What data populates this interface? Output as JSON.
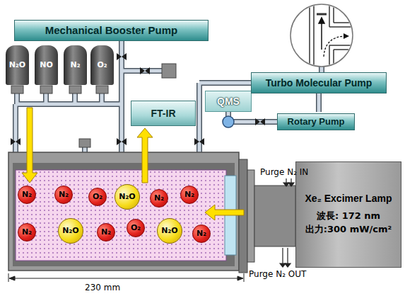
{
  "diagram": {
    "nodes": [
      {
        "text": [
          "Mechanical Booster Pump"
        ]
      },
      {
        "text": [
          "N₂O"
        ]
      },
      {
        "text": [
          "NO"
        ]
      },
      {
        "text": [
          "N₂"
        ]
      },
      {
        "text": [
          "O₂"
        ]
      },
      {
        "text": [
          "FT-IR"
        ]
      },
      {
        "text": [
          "QMS"
        ]
      },
      {
        "text": [
          "Turbo Molecular Pump"
        ]
      },
      {
        "text": [
          "Rotary Pump"
        ]
      },
      {
        "text": [
          "N₂"
        ]
      },
      {
        "text": [
          "N₂"
        ]
      },
      {
        "text": [
          "O₂"
        ]
      },
      {
        "text": [
          "N₂O"
        ]
      },
      {
        "text": [
          "N₂"
        ]
      },
      {
        "text": [
          "N₂"
        ]
      },
      {
        "text": [
          "N₂"
        ]
      },
      {
        "text": [
          "N₂O"
        ]
      },
      {
        "text": [
          "N₂"
        ]
      },
      {
        "text": [
          "O₂"
        ]
      },
      {
        "text": [
          "N₂O"
        ]
      },
      {
        "text": [
          "N₂"
        ]
      },
      {
        "text": [
          "Xe₂ Excimer Lamp",
          "波長: 172 nm",
          "出力:300 mW/cm²"
        ]
      }
    ],
    "edges": [
      {
        "from": 7,
        "to": 6,
        "arrow": "none"
      },
      {
        "from": 6,
        "to": 8,
        "arrow": "none"
      }
    ],
    "labels": [
      "Purge N₂ IN",
      "Purge N₂ OUT",
      "230 mm"
    ]
  }
}
